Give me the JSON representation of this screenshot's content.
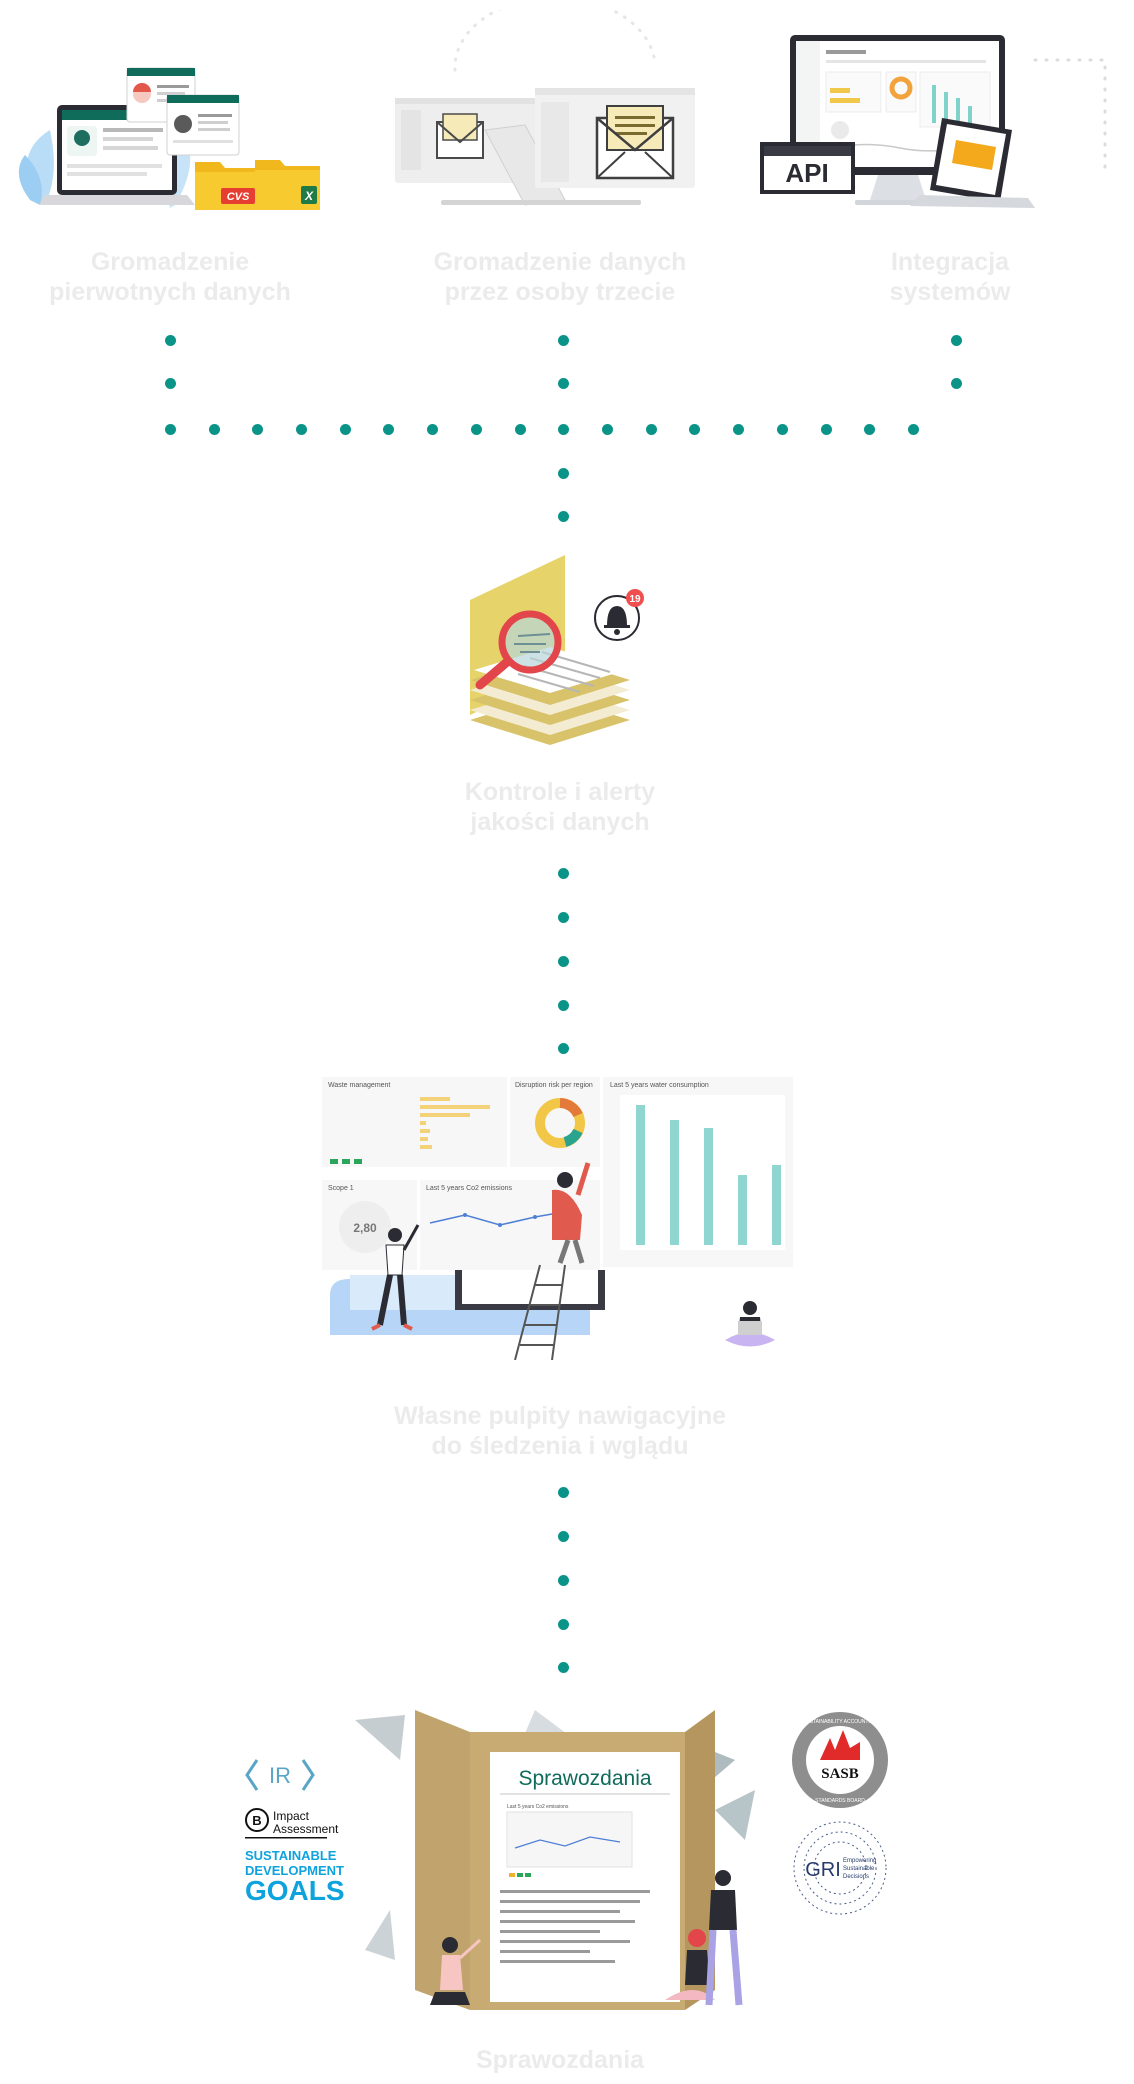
{
  "steps": {
    "primary": {
      "line1": "Gromadzenie",
      "line2": "pierwotnych danych"
    },
    "third_party": {
      "line1": "Gromadzenie danych",
      "line2": "przez osoby trzecie"
    },
    "integration": {
      "line1": "Integracja",
      "line2": "systemów"
    },
    "quality": {
      "line1": "Kontrole i alerty",
      "line2": "jakości danych"
    },
    "dashboards": {
      "line1": "Własne pulpity nawigacyjne",
      "line2": "do śledzenia i wglądu"
    },
    "reports": {
      "line1": "Sprawozdania"
    }
  },
  "illustrations": {
    "primary": {
      "file_badge_1": "CVS",
      "file_badge_2": "X"
    },
    "integration": {
      "api_label": "API"
    },
    "quality": {
      "notification_count": "19"
    },
    "dashboards": {
      "panel_titles": [
        "Waste management",
        "Disruption risk per region",
        "Last 5 years water consumption",
        "Scope 1",
        "Last 5 years Co2 emissions"
      ],
      "stat": "2,80"
    },
    "reports": {
      "board_title": "Sprawozdania",
      "chart_title": "Last 5 years Co2 emissions",
      "logo_ir": "IR",
      "logo_impact_b": "B",
      "logo_impact_1": "Impact",
      "logo_impact_2": "Assessment",
      "logo_sdg_1": "SUSTAINABLE",
      "logo_sdg_2": "DEVELOPMENT",
      "logo_sdg_3": "GOALS",
      "logo_sasb": "SASB",
      "logo_sasb_ring_top": "SUSTAINABILITY ACCOUNTING",
      "logo_sasb_ring_bottom": "STANDARDS BOARD",
      "logo_gri": "GRI",
      "logo_gri_tag_1": "Empowering",
      "logo_gri_tag_2": "Sustainable",
      "logo_gri_tag_3": "Decisions"
    }
  },
  "colors": {
    "connector": "#0a9488",
    "label": "#ebebeb",
    "brand_green": "#0f6b5a"
  }
}
